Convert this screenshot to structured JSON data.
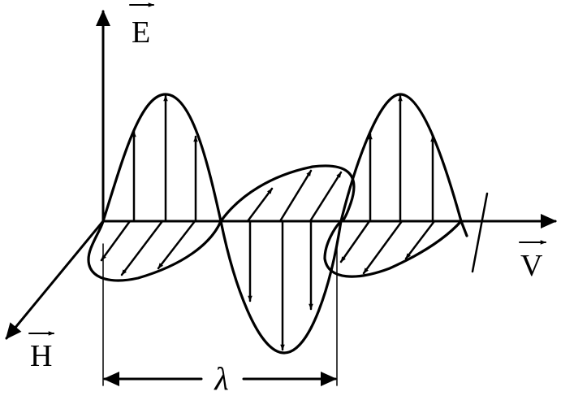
{
  "labels": {
    "e_field": "E",
    "h_field": "H",
    "velocity": "V",
    "wavelength": "λ"
  },
  "colors": {
    "ink": "#000000",
    "background": "#ffffff"
  }
}
